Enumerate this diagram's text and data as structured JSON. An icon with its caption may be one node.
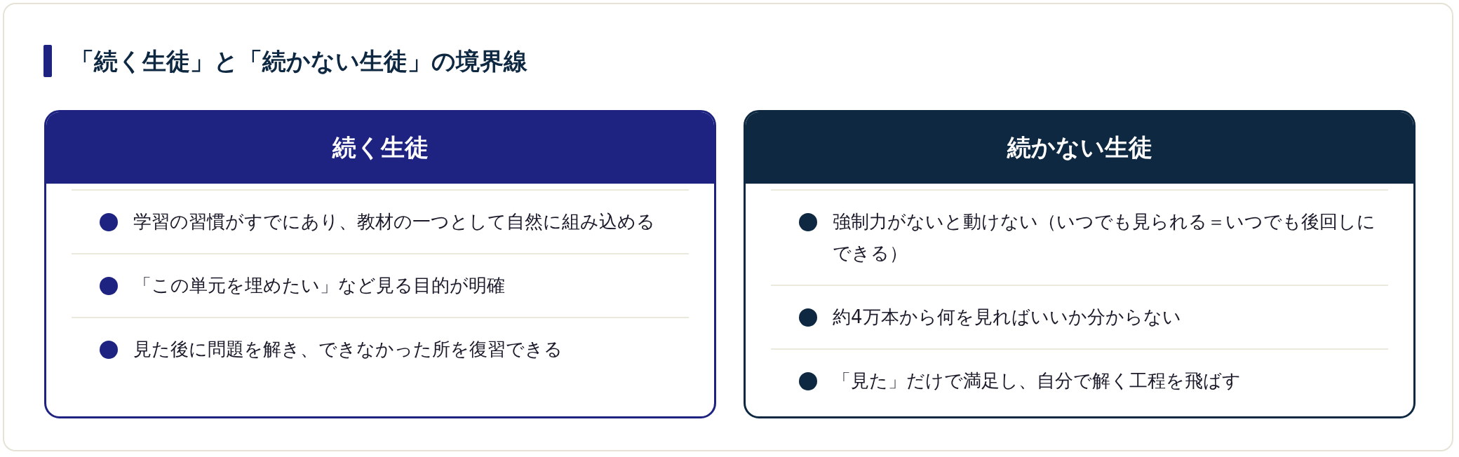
{
  "diagram": {
    "title": "「続く生徒」と「続かない生徒」の境界線",
    "nodes": [
      {
        "text": [
          "続く生徒"
        ]
      },
      {
        "text": [
          "学習の習慣がすでにあり、教材の一つとして自然に組み込める"
        ],
        "in": 0
      },
      {
        "text": [
          "「この単元を埋めたい」など見る目的が明確"
        ],
        "in": 0
      },
      {
        "text": [
          "見た後に問題を解き、できなかった所を復習できる"
        ],
        "in": 0
      },
      {
        "text": [
          "続かない生徒"
        ]
      },
      {
        "text": [
          "強制力がないと動けない（いつでも見られる＝いつでも後回しにできる）"
        ],
        "in": 4
      },
      {
        "text": [
          "約4万本から何を見ればいいか分からない"
        ],
        "in": 4
      },
      {
        "text": [
          "「見た」だけで満足し、自分で解く工程を飛ばす"
        ],
        "in": 4
      }
    ],
    "edges": []
  }
}
